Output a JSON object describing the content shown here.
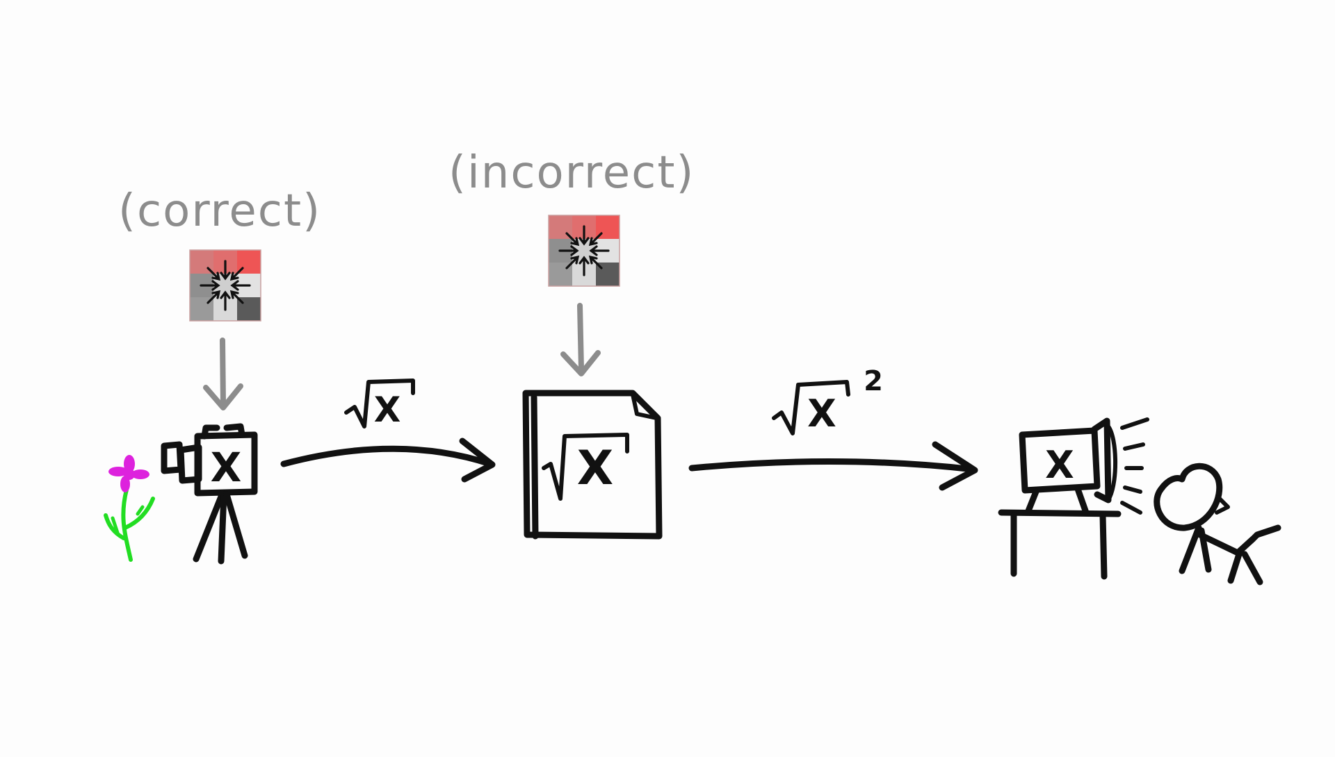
{
  "labels": {
    "correct": "(correct)",
    "incorrect": "(incorrect)",
    "camera_x": "X",
    "arrow1_x": "X",
    "file_x": "X",
    "arrow2_x": "X",
    "arrow2_exp": "2",
    "monitor_x": "X"
  },
  "colors": {
    "ink": "#111111",
    "annotation_grey": "#8c8c8c",
    "flower_petal": "#dd22dd",
    "flower_stem": "#22dd22",
    "gamma_tile_red": "#e06e6e",
    "gamma_tile_light": "#d9d9d9",
    "gamma_tile_mid": "#9a9a9a",
    "gamma_tile_dark": "#5a5a5a"
  },
  "icons": [
    "flower-icon",
    "camera-on-tripod-icon",
    "gamma-compress-icon",
    "document-icon",
    "monitor-on-desk-icon",
    "stick-figure-viewer-icon"
  ]
}
